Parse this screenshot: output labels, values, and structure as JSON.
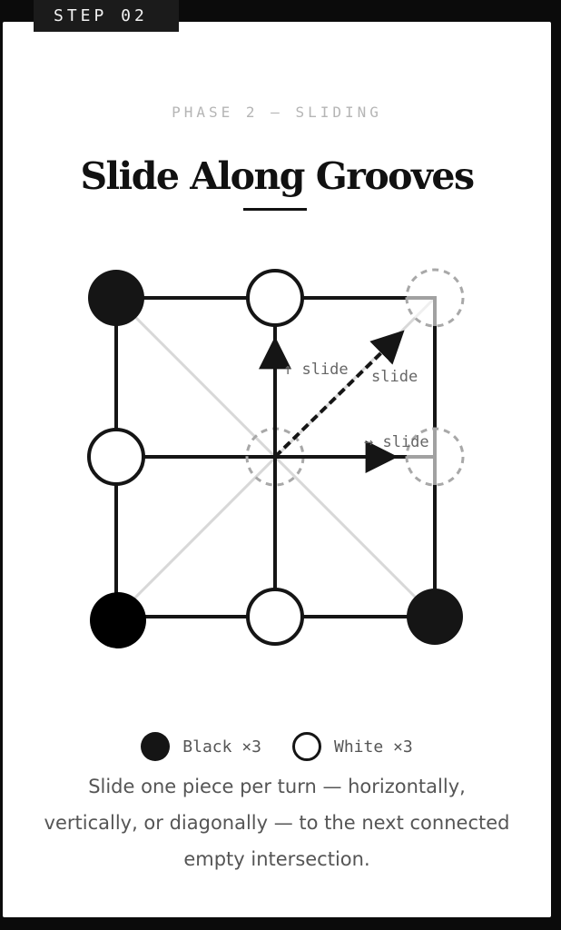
{
  "step_tab": "STEP 02",
  "phase": "PHASE 2 — SLIDING",
  "title": "Slide Along Grooves",
  "board": {
    "move_labels": {
      "up": "↑ slide",
      "diag": "slide",
      "right": "→ slide"
    }
  },
  "legend": {
    "black_label": "Black ×3",
    "white_label": "White ×3"
  },
  "description": "Slide one piece per turn — horizontally, vertically, or diagonally — to the next connected empty intersection.",
  "colors": {
    "ink": "#151515",
    "ghost": "#a8a8a8",
    "diag_line": "#d8d8d8"
  }
}
